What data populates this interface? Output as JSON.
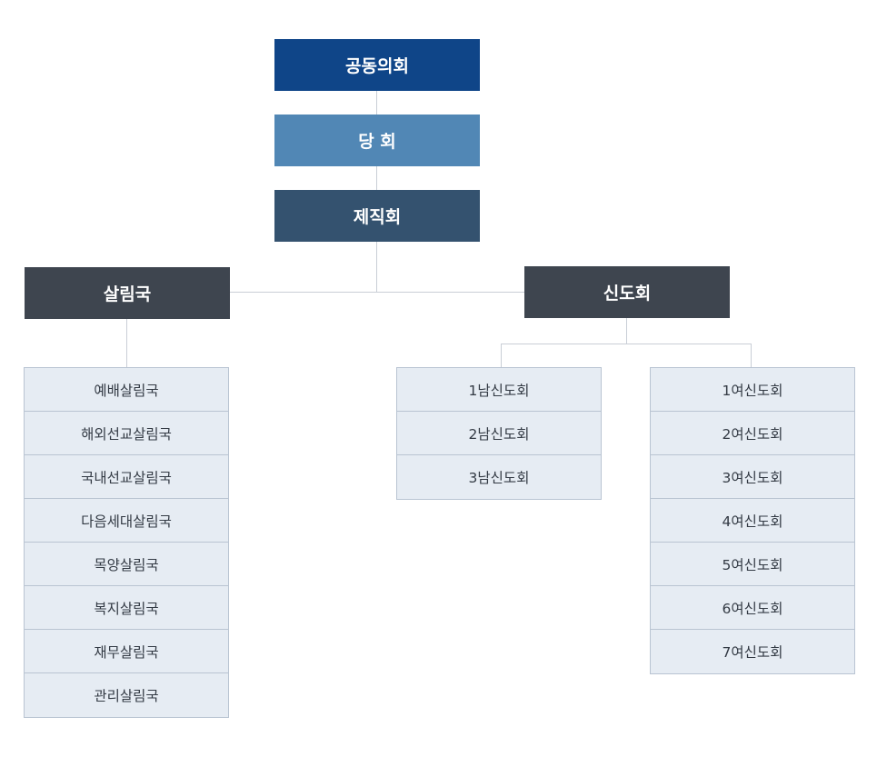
{
  "colors": {
    "joint_council": "#0f4588",
    "session": "#5187b5",
    "officers": "#34526f",
    "department_header": "#3e454f",
    "list_cell": "#e6ecf3",
    "list_border": "#b9c4d2",
    "connector": "#c9ced6"
  },
  "top": {
    "joint_council": "공동의회",
    "session": "당 회",
    "officers": "제직회"
  },
  "branches": {
    "salim": {
      "label": "살림국",
      "items": [
        "예배살림국",
        "해외선교살림국",
        "국내선교살림국",
        "다음세대살림국",
        "목양살림국",
        "복지살림국",
        "재무살림국",
        "관리살림국"
      ]
    },
    "sindo": {
      "label": "신도회",
      "men": [
        "1남신도회",
        "2남신도회",
        "3남신도회"
      ],
      "women": [
        "1여신도회",
        "2여신도회",
        "3여신도회",
        "4여신도회",
        "5여신도회",
        "6여신도회",
        "7여신도회"
      ]
    }
  }
}
